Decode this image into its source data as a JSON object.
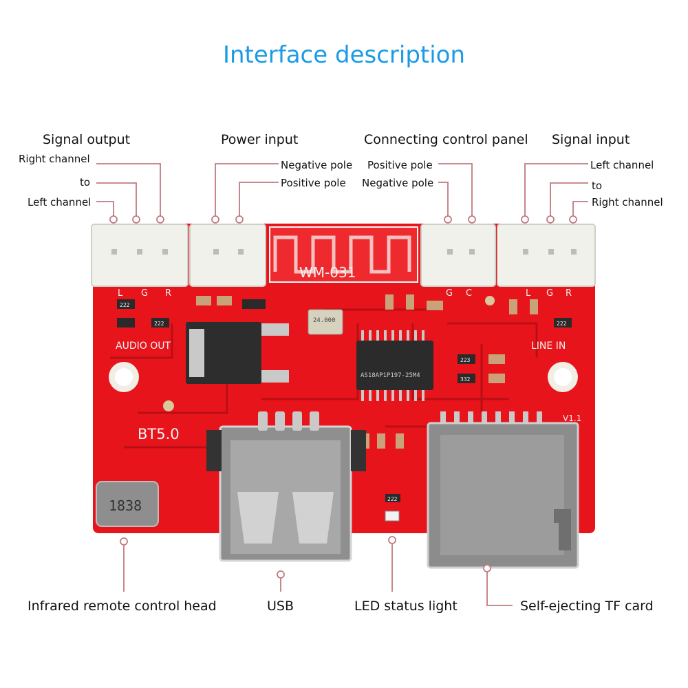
{
  "title": "Interface description",
  "labels": {
    "signal_output": "Signal output",
    "so_right": "Right channel",
    "so_to": "to",
    "so_left": "Left channel",
    "power_input": "Power input",
    "pi_neg": "Negative pole",
    "pi_pos": "Positive pole",
    "control_panel": "Connecting control panel",
    "cp_pos": "Positive pole",
    "cp_neg": "Negative pole",
    "signal_input": "Signal input",
    "si_left": "Left channel",
    "si_to": "to",
    "si_right": "Right channel",
    "ir_head": "Infrared remote control head",
    "usb": "USB",
    "led": "LED status light",
    "tf_card": "Self-ejecting TF card"
  },
  "board": {
    "antenna": "WM-031",
    "bt": "BT5.0",
    "audio_out": "AUDIO OUT",
    "line_in": "LINE IN",
    "lgr_out": [
      "L",
      "G",
      "R"
    ],
    "lgr_in": [
      "L",
      "G",
      "R"
    ],
    "gc": [
      "G",
      "C"
    ],
    "crystal": "24.000",
    "chip": "AS18AP1P197-25M4",
    "ir_code": "1838",
    "version": "V1.1",
    "r_codes": [
      "222",
      "222",
      "223",
      "332",
      "222",
      "222"
    ]
  },
  "colors": {
    "title": "#1a9be6",
    "pcb": "#e8141b",
    "leader": "#c07a80"
  }
}
